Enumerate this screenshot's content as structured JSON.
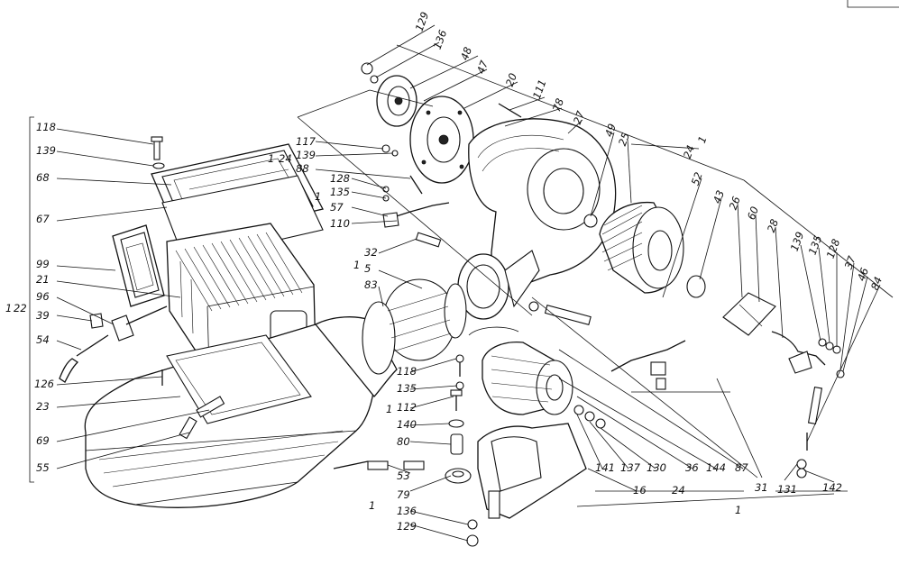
{
  "callouts": {
    "c118a": "118",
    "c139a": "139",
    "c68": "68",
    "c67": "67",
    "c99": "99",
    "c21": "21",
    "c96": "96",
    "c39": "39",
    "c54": "54",
    "c126": "126",
    "c23": "23",
    "c69": "69",
    "c55": "55",
    "c1_22": "1",
    "c22": "22",
    "c129a": "129",
    "c136a": "136",
    "c48": "48",
    "c47": "47",
    "c20": "20",
    "c111": "111",
    "c78": "78",
    "c27": "27",
    "c49": "49",
    "c25": "25",
    "c1_24a": "1",
    "c24a": "24",
    "c117": "117",
    "c139b": "139",
    "c88": "88",
    "c128a": "128",
    "c135a": "135",
    "c57": "57",
    "c1_57": "1",
    "c110": "110",
    "c1_32": "1",
    "c32": "32",
    "c5": "5",
    "c83": "83",
    "c52": "52",
    "c43": "43",
    "c26": "26",
    "c60": "60",
    "c28": "28",
    "c139c": "139",
    "c135b": "135",
    "c128b": "128",
    "c37": "37",
    "c46": "46",
    "c84": "84",
    "c1_top": "1",
    "c24_top": "24",
    "c118b": "118",
    "c135c": "135",
    "c112": "112",
    "c1_112": "1",
    "c140": "140",
    "c80": "80",
    "c141": "141",
    "c137": "137",
    "c130": "130",
    "c36": "36",
    "c144": "144",
    "c87": "87",
    "c131": "131",
    "c142": "142",
    "c16": "16",
    "c24b": "24",
    "c31": "31",
    "c1_bottom": "1",
    "c53": "53",
    "c79": "79",
    "c136b": "136",
    "c129b": "129",
    "c1_79": "1"
  }
}
